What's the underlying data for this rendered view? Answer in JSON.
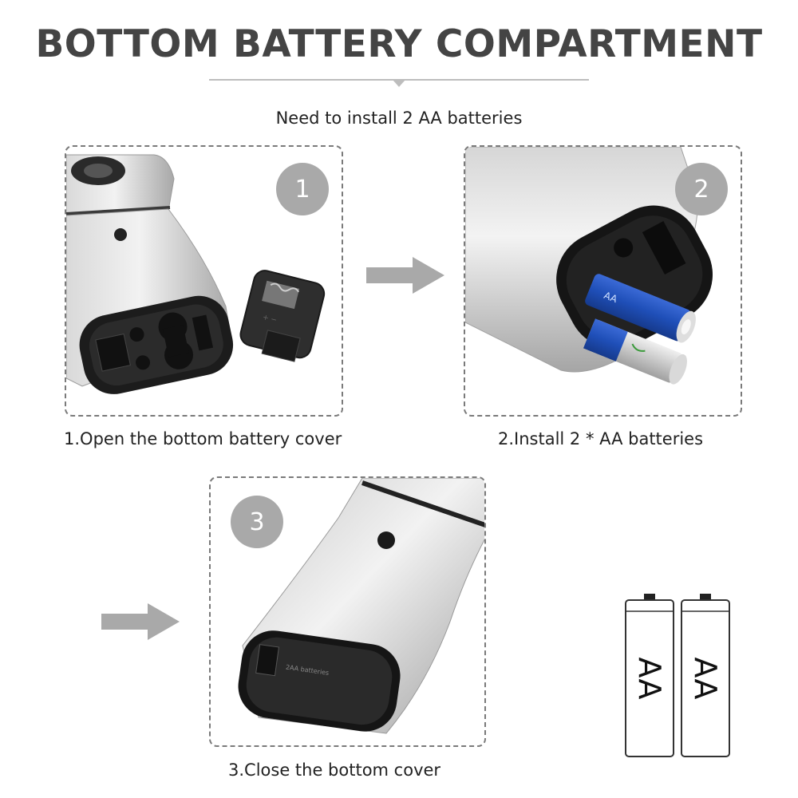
{
  "header": {
    "title": "BOTTOM BATTERY COMPARTMENT",
    "subtitle": "Need to install 2 AA batteries"
  },
  "steps": [
    {
      "number": "1",
      "caption": "1.Open the bottom battery cover"
    },
    {
      "number": "2",
      "caption": "2.Install 2 * AA batteries"
    },
    {
      "number": "3",
      "caption": "3.Close the bottom cover"
    }
  ],
  "battery_illustration": {
    "labels": [
      "AA",
      "AA"
    ]
  },
  "colors": {
    "title": "#444444",
    "badge": "#a9a9a9",
    "arrow": "#a9a9a9",
    "battery_blue": "#1f4fb8"
  }
}
